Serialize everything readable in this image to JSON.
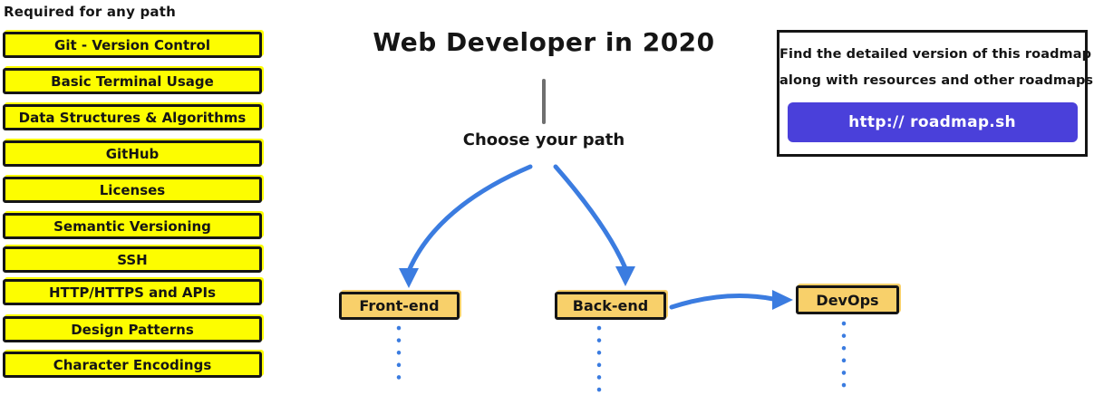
{
  "sidebar": {
    "title": "Required for any path",
    "items": [
      "Git - Version Control",
      "Basic Terminal Usage",
      "Data Structures & Algorithms",
      "GitHub",
      "Licenses",
      "Semantic Versioning",
      "SSH",
      "HTTP/HTTPS and APIs",
      "Design Patterns",
      "Character Encodings"
    ]
  },
  "main": {
    "title": "Web Developer in 2020",
    "choose_label": "Choose your path",
    "paths": [
      {
        "label": "Front-end"
      },
      {
        "label": "Back-end"
      },
      {
        "label": "DevOps"
      }
    ]
  },
  "info_box": {
    "line1": "Find the detailed version of this roadmap",
    "line2": "along with resources and other roadmaps",
    "button_label": "http:// roadmap.sh"
  },
  "colors": {
    "highlight_yellow": "#FDFD00",
    "path_amber": "#F8D06A",
    "arrow_blue": "#3B7CE0",
    "button_purple": "#4A40DA",
    "ink": "#151515",
    "stem_gray": "#6F6F6F"
  }
}
